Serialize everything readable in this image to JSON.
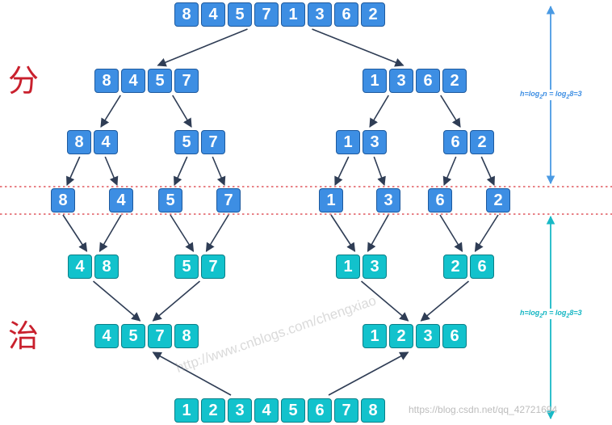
{
  "labels": {
    "divide": "分",
    "conquer": "治"
  },
  "height_formula": {
    "h": "h=log",
    "sub1": "2",
    "n": "n = log",
    "sub2": "2",
    "tail": "8=3"
  },
  "watermark": "http://www.cnblogs.com/chengxiao",
  "footer": "https://blog.csdn.net/qq_42721694",
  "colors": {
    "divide_fill": "#3d8ee3",
    "conquer_fill": "#12c2cc",
    "divider_line": "#d9363e",
    "label": "#c9202d",
    "arrow": "#2f3d55",
    "height_arrow_top": "#4a9ae3",
    "height_arrow_bottom": "#18b9c6"
  },
  "levels": [
    {
      "kind": "divide",
      "groups": [
        [
          "8",
          "4",
          "5",
          "7",
          "1",
          "3",
          "6",
          "2"
        ]
      ]
    },
    {
      "kind": "divide",
      "groups": [
        [
          "8",
          "4",
          "5",
          "7"
        ],
        [
          "1",
          "3",
          "6",
          "2"
        ]
      ]
    },
    {
      "kind": "divide",
      "groups": [
        [
          "8",
          "4"
        ],
        [
          "5",
          "7"
        ],
        [
          "1",
          "3"
        ],
        [
          "6",
          "2"
        ]
      ]
    },
    {
      "kind": "divide",
      "groups": [
        [
          "8"
        ],
        [
          "4"
        ],
        [
          "5"
        ],
        [
          "7"
        ],
        [
          "1"
        ],
        [
          "3"
        ],
        [
          "6"
        ],
        [
          "2"
        ]
      ]
    },
    {
      "kind": "conquer",
      "groups": [
        [
          "4",
          "8"
        ],
        [
          "5",
          "7"
        ],
        [
          "1",
          "3"
        ],
        [
          "2",
          "6"
        ]
      ]
    },
    {
      "kind": "conquer",
      "groups": [
        [
          "4",
          "5",
          "7",
          "8"
        ],
        [
          "1",
          "2",
          "3",
          "6"
        ]
      ]
    },
    {
      "kind": "conquer",
      "groups": [
        [
          "1",
          "2",
          "3",
          "4",
          "5",
          "6",
          "7",
          "8"
        ]
      ]
    }
  ]
}
